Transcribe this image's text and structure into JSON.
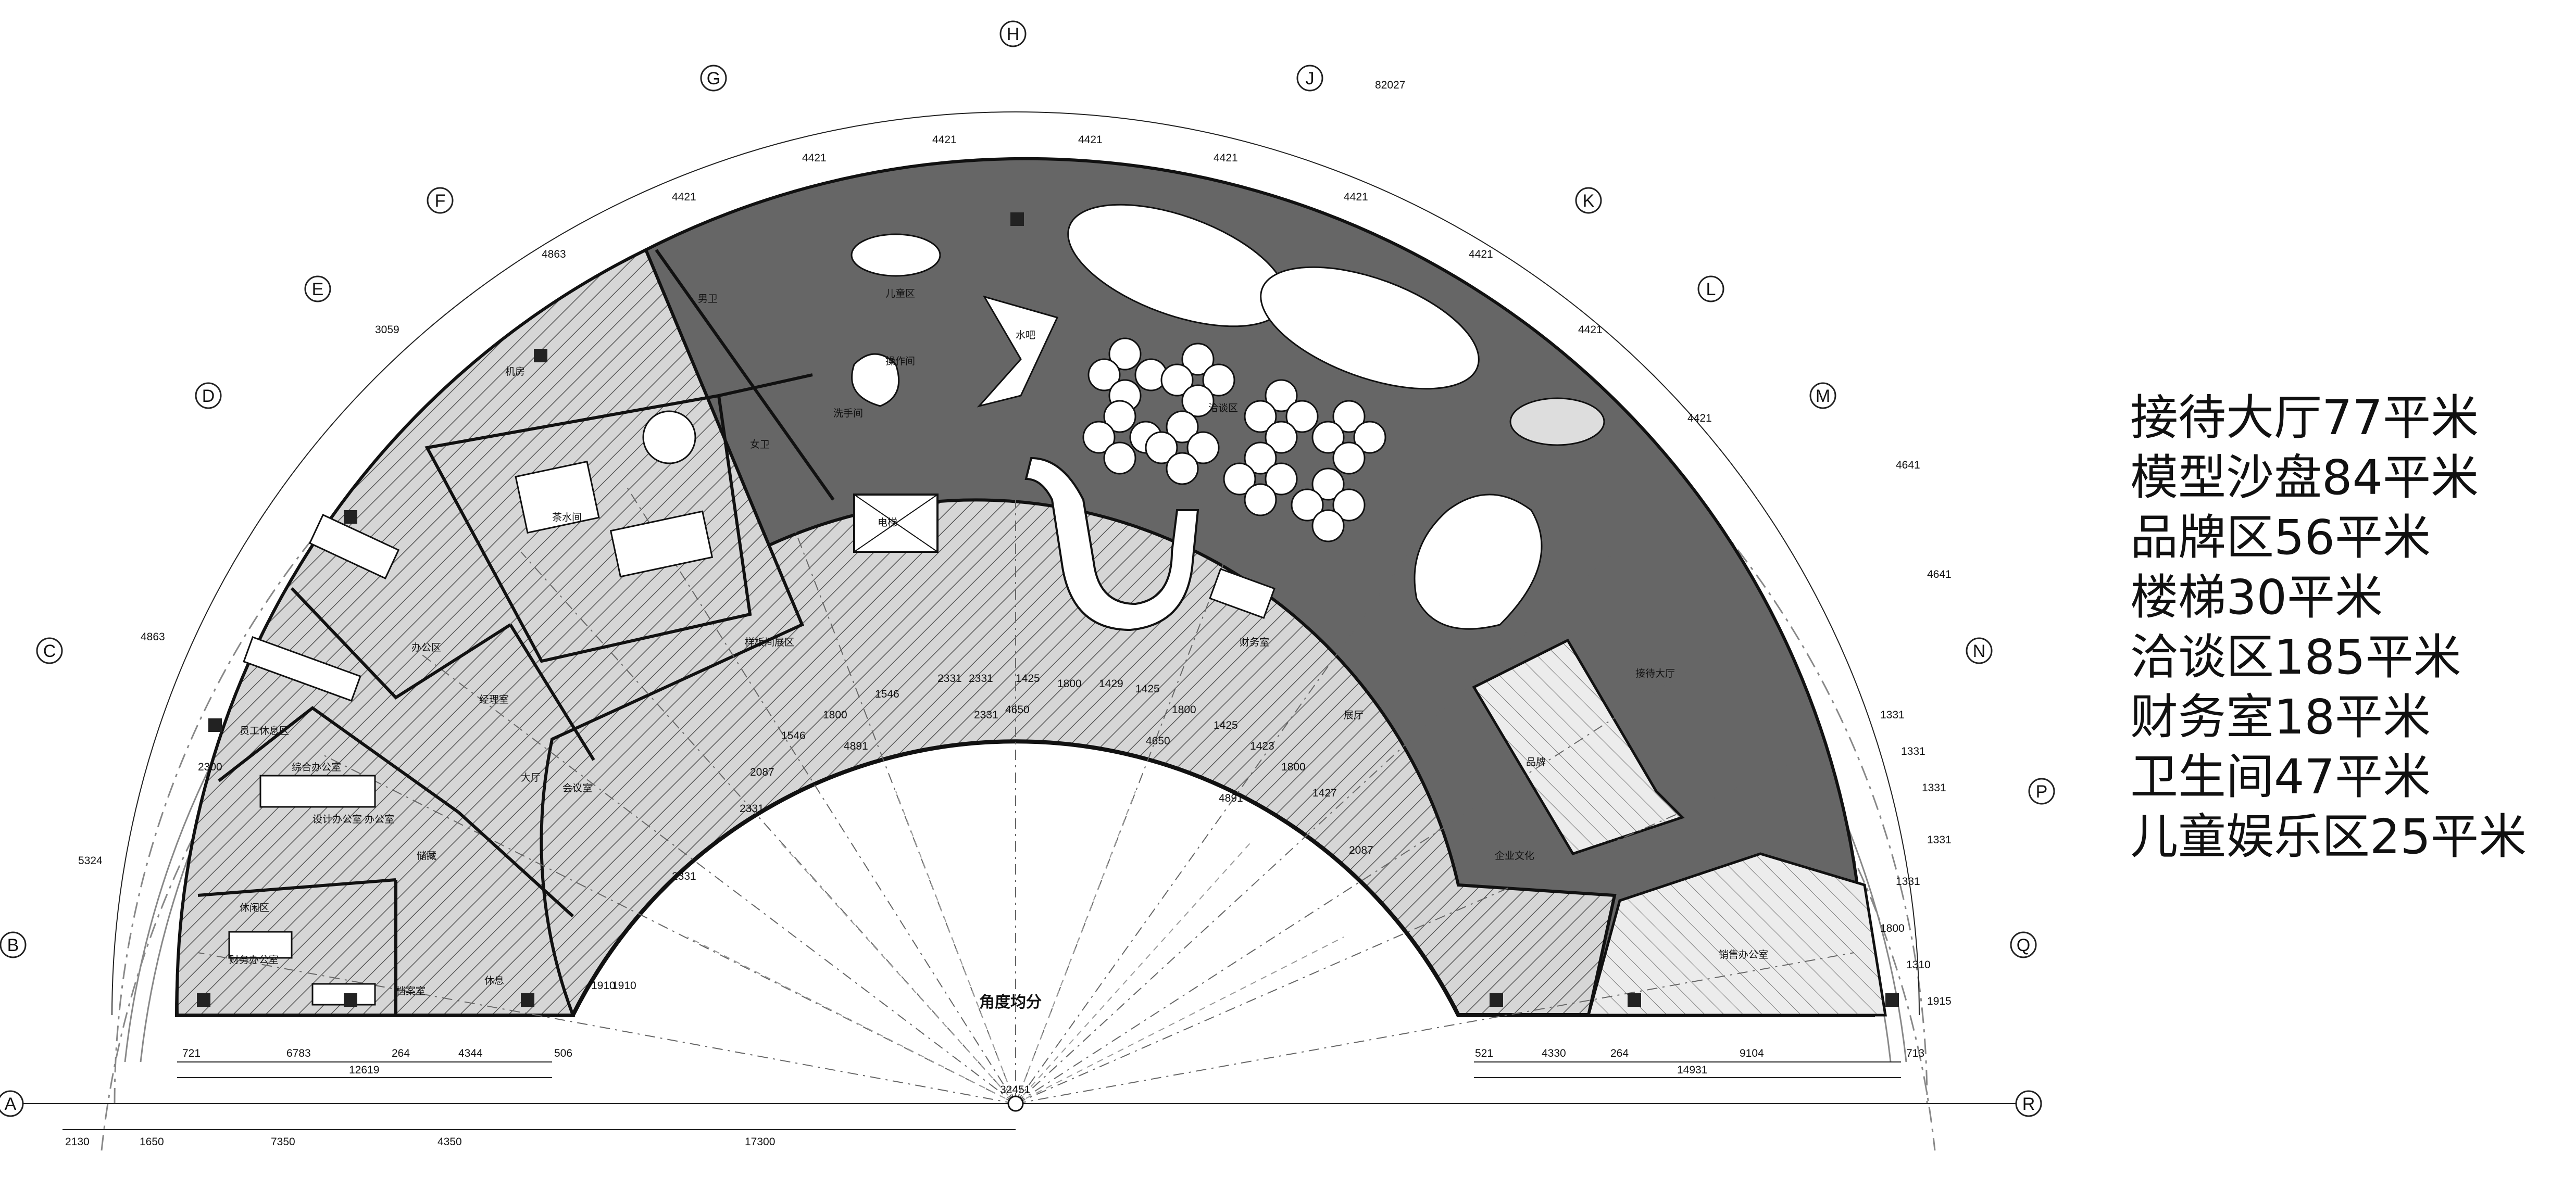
{
  "area_legend": [
    "接待大厅77平米",
    "模型沙盘84平米",
    "品牌区56平米",
    "楼梯30平米",
    "洽谈区185平米",
    "财务室18平米",
    "卫生间47平米",
    "儿童娱乐区25平米"
  ],
  "grid_labels": [
    "A",
    "B",
    "C",
    "D",
    "E",
    "F",
    "G",
    "H",
    "J",
    "K",
    "L",
    "M",
    "N",
    "P",
    "Q",
    "R"
  ],
  "room_labels": {
    "kids_area": "儿童区",
    "operation_room": "操作间",
    "water_bar": "水吧",
    "negotiation_area": "洽谈区",
    "hand_wash": "洗手间",
    "women_wc": "女卫",
    "men_wc": "男卫",
    "elevator": "电梯",
    "finance_room": "财务室",
    "partition_area": "样板间展区",
    "reception_hall": "接待大厅",
    "brand_area": "品牌",
    "corporate_culture": "企业文化",
    "exhibition": "展厅",
    "office_area": "办公区",
    "manager_office": "经理室",
    "meeting_room": "会议室",
    "staff_lounge": "员工休息区",
    "archive": "档案室",
    "storage": "储藏",
    "hall": "大厅",
    "rest": "休息",
    "office": "办公室",
    "pantry": "茶水间",
    "server": "机房",
    "finance_office": "财务办公室",
    "leisure": "休闲区",
    "general_office": "综合办公室",
    "sales_office": "销售办公室",
    "design_office": "设计办公室"
  },
  "center_label": "角度均分",
  "dimensions": {
    "outer_arc_total": "82027",
    "outer_segments": [
      "4421",
      "4421",
      "4421",
      "4421",
      "4421",
      "4421",
      "4421",
      "4421",
      "4421",
      "3059",
      "4863",
      "4863",
      "4641",
      "4641"
    ],
    "bottom_left_row": [
      "721",
      "6783",
      "264",
      "4344",
      "506"
    ],
    "bottom_left_total": "12619",
    "bottom_right_row": [
      "521",
      "4330",
      "264",
      "9104",
      "713"
    ],
    "bottom_right_total": "14931",
    "axis_row": [
      "2130",
      "1650",
      "7350",
      "4350",
      "17300"
    ],
    "radius_total": "32451",
    "left_side": [
      "5324",
      "2300",
      "1910",
      "1910"
    ],
    "right_side": [
      "1331",
      "1331",
      "1331",
      "1331",
      "1331",
      "1800",
      "1310",
      "1915"
    ],
    "inner_arc": [
      "2331",
      "2331",
      "2331",
      "2331",
      "2331",
      "1425",
      "1800",
      "1429",
      "1425",
      "1800",
      "1425",
      "1423",
      "1800",
      "1427",
      "1546",
      "1546",
      "1800",
      "4650",
      "4650",
      "4891",
      "4891",
      "2087",
      "2087"
    ]
  },
  "chart_colors": {
    "floor_fill": "#666666",
    "hatch_fill": "#bdbdbd",
    "wall": "#111111",
    "grid_line": "#555555"
  }
}
